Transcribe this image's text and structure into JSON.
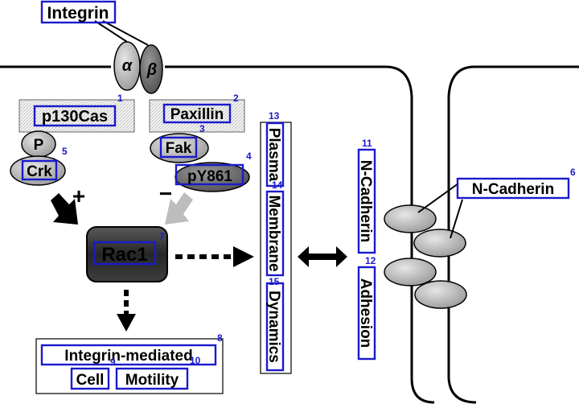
{
  "labels": {
    "integrin": "Integrin",
    "alpha": "α",
    "beta": "β",
    "p130cas": "p130Cas",
    "paxillin": "Paxillin",
    "p": "P",
    "crk": "Crk",
    "fak": "Fak",
    "py861": "pY861",
    "plus": "+",
    "minus": "−",
    "rac1": "Rac1",
    "plasma": "Plasma",
    "membrane": "Membrane",
    "dynamics": "Dynamics",
    "n_cadherin_vertical": "N-Cadherin",
    "adhesion": "Adhesion",
    "n_cadherin": "N-Cadherin",
    "integrin_mediated": "Integrin-mediated",
    "cell": "Cell",
    "motility": "Motility"
  },
  "markers": {
    "m1": "1",
    "m2": "2",
    "m3": "3",
    "m4": "4",
    "m5": "5",
    "m6": "6",
    "m7": "7",
    "m8": "8",
    "m9": "9",
    "m10": "10",
    "m11": "11",
    "m12": "12",
    "m13": "13",
    "m14": "14",
    "m15": "15"
  },
  "colors": {
    "annotation": "#1a1acc",
    "rac1_fill": "#2e2e2e",
    "membrane_line": "#000000"
  }
}
